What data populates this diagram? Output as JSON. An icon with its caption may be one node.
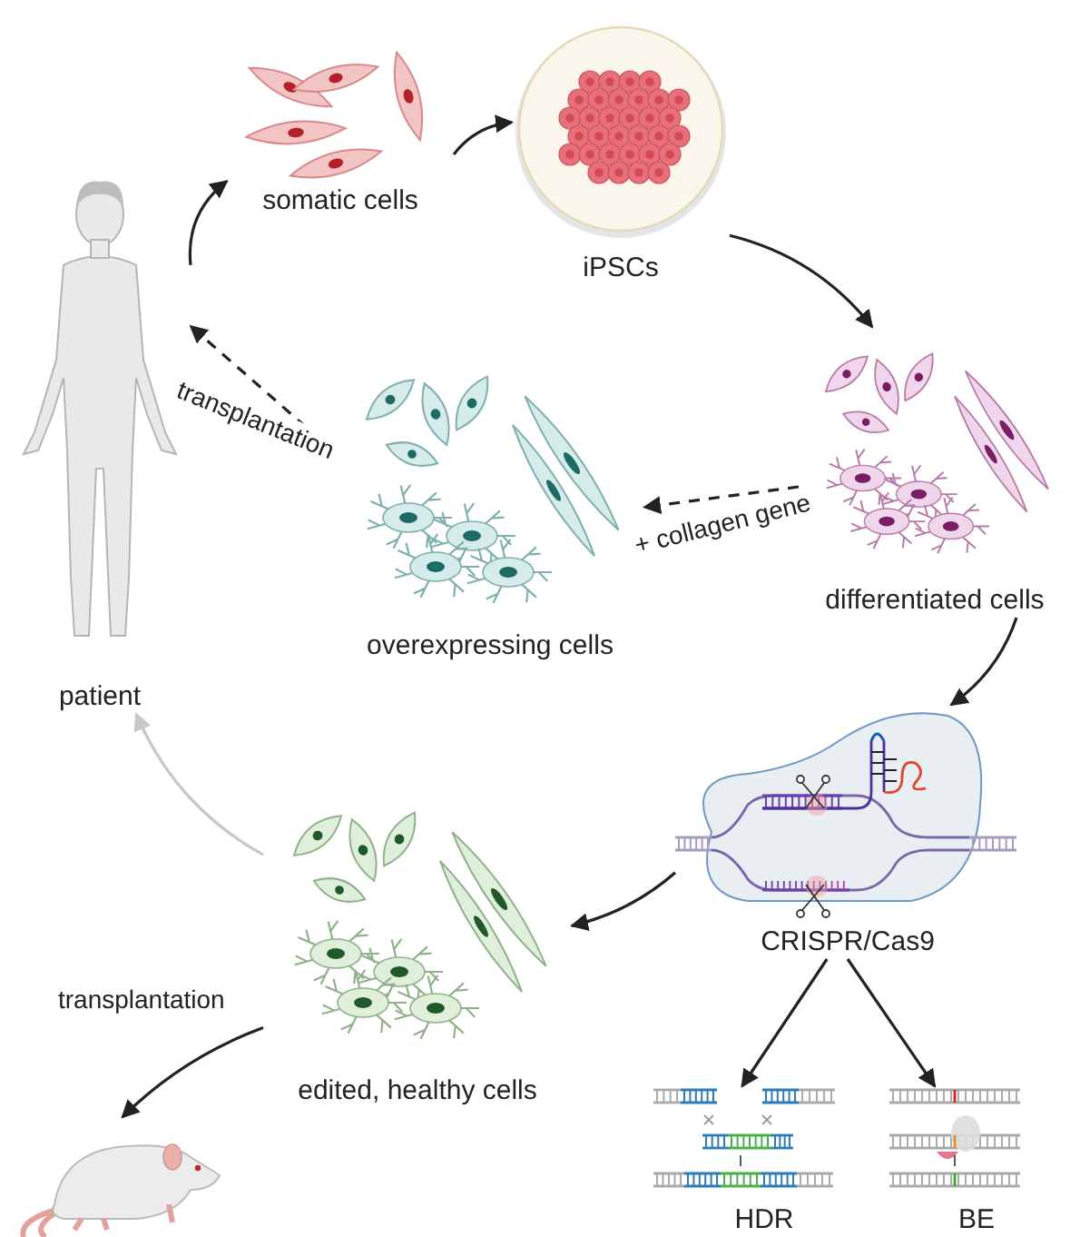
{
  "diagram": {
    "nodes": [
      {
        "text": [
          "patient"
        ]
      },
      {
        "text": [
          "somatic cells"
        ]
      },
      {
        "text": [
          "iPSCs"
        ]
      },
      {
        "text": [
          "differentiated cells"
        ]
      },
      {
        "text": [
          "overexpressing cells"
        ]
      },
      {
        "text": [
          "CRISPR/Cas9"
        ]
      },
      {
        "text": [
          "edited, healthy cells"
        ]
      },
      {
        "text": [],
        "shape": "picture"
      },
      {
        "text": [
          "HDR"
        ]
      },
      {
        "text": [
          "BE"
        ]
      }
    ],
    "edges": [
      {
        "from": 0,
        "to": 1,
        "arrow": "to"
      },
      {
        "from": 1,
        "to": 2,
        "arrow": "to"
      },
      {
        "from": 2,
        "to": 3,
        "arrow": "to"
      },
      {
        "from": 3,
        "to": 4,
        "arrow": "to",
        "style": "dashed",
        "label": "+ collagen gene"
      },
      {
        "from": 4,
        "to": 0,
        "arrow": "to",
        "style": "dashed",
        "label": "transplantation"
      },
      {
        "from": 3,
        "to": 5,
        "arrow": "to"
      },
      {
        "from": 5,
        "to": 6,
        "arrow": "to"
      },
      {
        "from": 6,
        "to": 0,
        "arrow": "to",
        "color": "#c8c8c8"
      },
      {
        "from": 6,
        "to": 7,
        "arrow": "to"
      },
      {
        "from": 5,
        "to": 8,
        "arrow": "to"
      },
      {
        "from": 5,
        "to": 9,
        "arrow": "to"
      }
    ],
    "labels": [
      "transplantation"
    ]
  }
}
